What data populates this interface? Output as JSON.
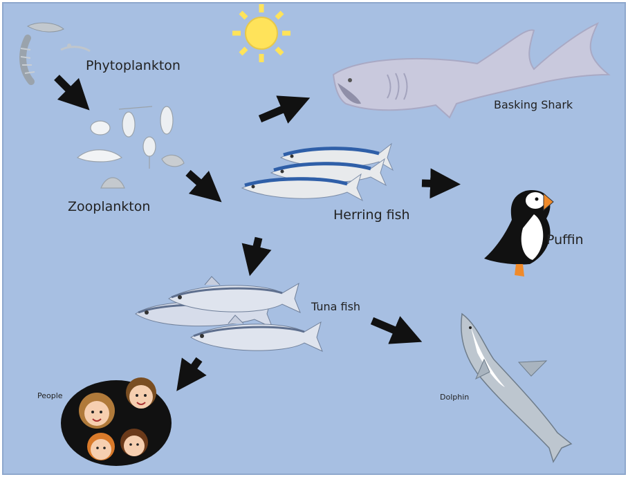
{
  "labels": {
    "phytoplankton": "Phytoplankton",
    "zooplankton": "Zooplankton",
    "basking_shark": "Basking Shark",
    "herring": "Herring fish",
    "puffin": "Puffin",
    "tuna": "Tuna fish",
    "dolphin": "Dolphin",
    "people": "People"
  },
  "icons": [
    "sun-icon",
    "phytoplankton-icon",
    "zooplankton-icon",
    "basking-shark-icon",
    "herring-icon",
    "puffin-icon",
    "tuna-icon",
    "dolphin-icon",
    "people-icon",
    "arrow-icon"
  ],
  "colors": {
    "water": "#a7bfe2",
    "sun": "#ffe35a",
    "arrow": "#111111"
  }
}
